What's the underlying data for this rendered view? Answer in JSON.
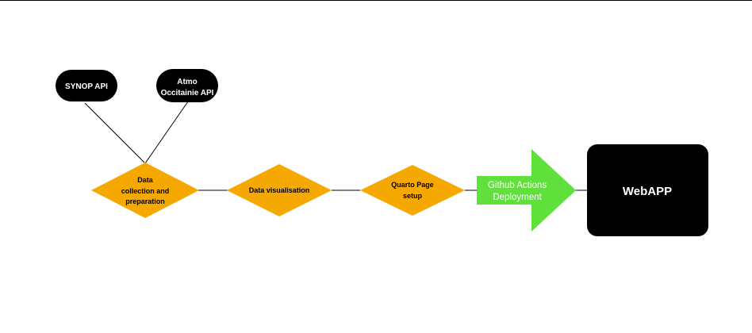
{
  "nodes": {
    "synop_api": {
      "label": "SYNOP API"
    },
    "atmo_api": {
      "line1": "Atmo",
      "line2": "Occitainie API"
    },
    "data_collection": {
      "line1": "Data",
      "line2": "collection and",
      "line3": "preparation"
    },
    "data_visualisation": {
      "label": "Data visualisation"
    },
    "quarto_setup": {
      "line1": "Quarto Page",
      "line2": "setup"
    },
    "github_actions": {
      "line1": "Github Actions",
      "line2": "Deployment"
    },
    "webapp": {
      "label": "WebAPP"
    }
  },
  "colors": {
    "diamond": "#f5a800",
    "arrow": "#5fe03a",
    "pill": "#000000",
    "webapp": "#000000",
    "connector": "#000000"
  }
}
